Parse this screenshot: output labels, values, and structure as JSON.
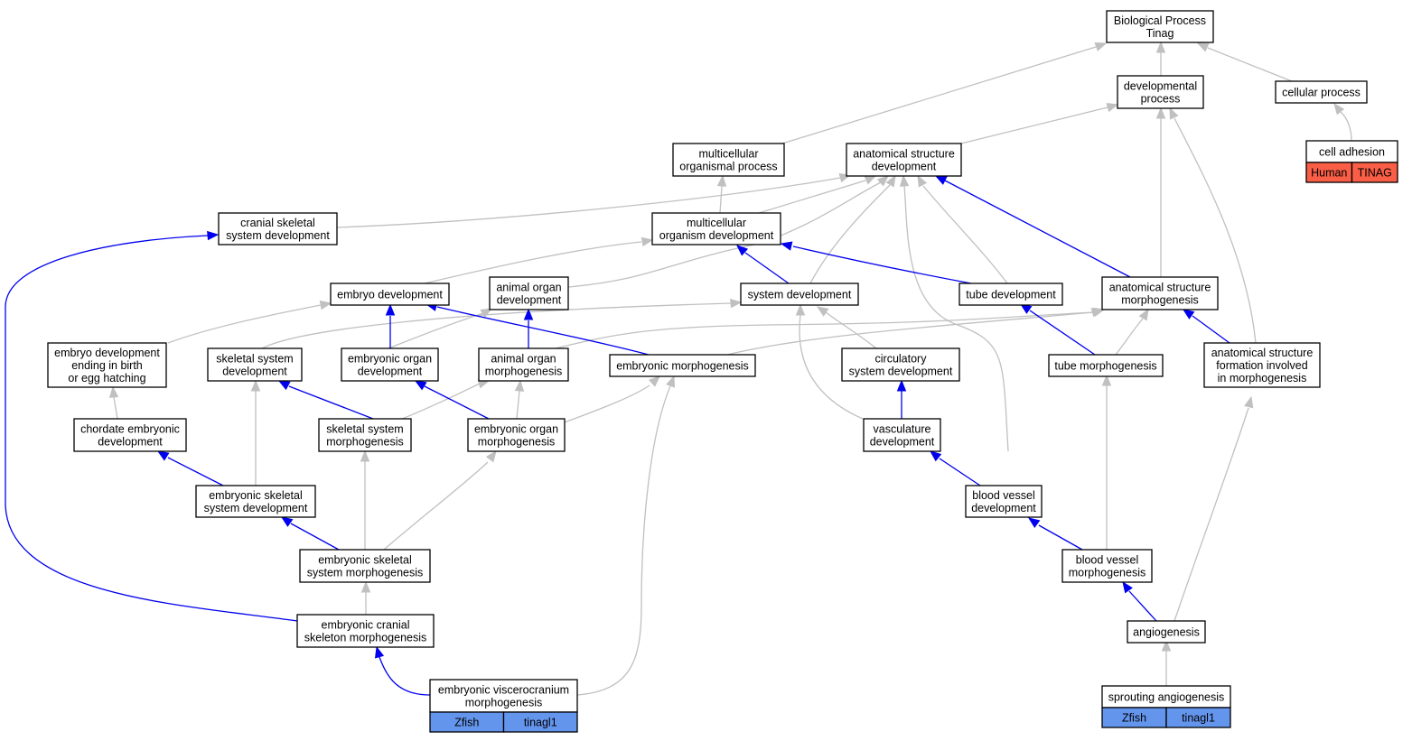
{
  "nodes": {
    "bp": [
      "Biological Process",
      "Tinag"
    ],
    "dev_proc": [
      "developmental",
      "process"
    ],
    "cell_proc": [
      "cellular process"
    ],
    "cell_adh": [
      "cell adhesion"
    ],
    "multi_proc": [
      "multicellular",
      "organismal process"
    ],
    "asd": [
      "anatomical structure",
      "development"
    ],
    "cranial": [
      "cranial skeletal",
      "system development"
    ],
    "mod": [
      "multicellular",
      "organism development"
    ],
    "embryo_dev": [
      "embryo development"
    ],
    "animal_organ_dev": [
      "animal organ",
      "development"
    ],
    "sys_dev": [
      "system development"
    ],
    "tube_dev": [
      "tube development"
    ],
    "asm": [
      "anatomical structure",
      "morphogenesis"
    ],
    "embryo_birth": [
      "embryo development",
      "ending in birth",
      "or egg hatching"
    ],
    "skel_dev": [
      "skeletal system",
      "development"
    ],
    "emb_organ_dev": [
      "embryonic organ",
      "development"
    ],
    "animal_organ_morph": [
      "animal organ",
      "morphogenesis"
    ],
    "emb_morph": [
      "embryonic morphogenesis"
    ],
    "circ": [
      "circulatory",
      "system development"
    ],
    "tube_morph": [
      "tube morphogenesis"
    ],
    "asf": [
      "anatomical structure",
      "formation involved",
      "in morphogenesis"
    ],
    "chordate": [
      "chordate embryonic",
      "development"
    ],
    "skel_morph": [
      "skeletal system",
      "morphogenesis"
    ],
    "emb_organ_morph": [
      "embryonic organ",
      "morphogenesis"
    ],
    "vasc": [
      "vasculature",
      "development"
    ],
    "emb_skel_dev": [
      "embryonic skeletal",
      "system development"
    ],
    "bv_dev": [
      "blood vessel",
      "development"
    ],
    "emb_skel_morph": [
      "embryonic skeletal",
      "system morphogenesis"
    ],
    "bv_morph": [
      "blood vessel",
      "morphogenesis"
    ],
    "emb_cranial": [
      "embryonic cranial",
      "skeleton morphogenesis"
    ],
    "angio": [
      "angiogenesis"
    ],
    "emb_visc": [
      "embryonic viscerocranium",
      "morphogenesis"
    ],
    "sprout": [
      "sprouting angiogenesis"
    ]
  },
  "annotations": {
    "cell_adh": [
      "Human",
      "TINAG"
    ],
    "emb_visc": [
      "Zfish",
      "tinagl1"
    ],
    "sprout": [
      "Zfish",
      "tinagl1"
    ]
  },
  "colors": {
    "human_cell": "#fa5e46",
    "zfish_cell": "#6495ed",
    "is_a_edge": "#c0c0c0",
    "part_of_edge": "#0000ee"
  }
}
